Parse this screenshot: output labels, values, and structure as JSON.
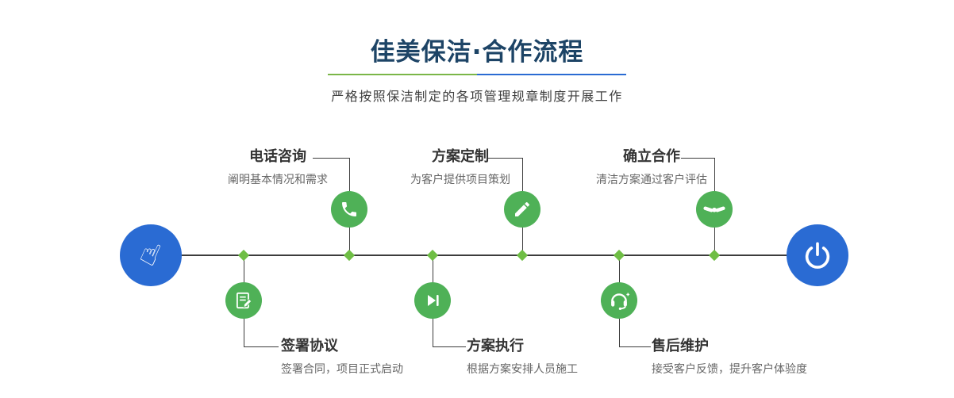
{
  "header": {
    "title": "佳美保洁·合作流程",
    "subtitle": "严格按照保洁制定的各项管理规章制度开展工作"
  },
  "colors": {
    "title_navy": "#1d4466",
    "accent_blue": "#2a6bd3",
    "accent_green": "#4fb157",
    "accent_green_light": "#7ab648",
    "diamond_green": "#6fbe45",
    "line_dark": "#3c3c3c"
  },
  "endpoints": {
    "start_icon": "pointing-hand-icon",
    "end_icon": "power-icon"
  },
  "steps_top": [
    {
      "title": "电话咨询",
      "desc": "阐明基本情况和需求",
      "icon": "phone-icon"
    },
    {
      "title": "方案定制",
      "desc": "为客户提供项目策划",
      "icon": "pen-icon"
    },
    {
      "title": "确立合作",
      "desc": "清洁方案通过客户评估",
      "icon": "handshake-icon"
    }
  ],
  "steps_bottom": [
    {
      "title": "签署协议",
      "desc": "签署合同，项目正式启动",
      "icon": "document-icon"
    },
    {
      "title": "方案执行",
      "desc": "根据方案安排人员施工",
      "icon": "play-icon"
    },
    {
      "title": "售后维护",
      "desc": "接受客户反馈，提升客户体验度",
      "icon": "headset-icon"
    }
  ]
}
